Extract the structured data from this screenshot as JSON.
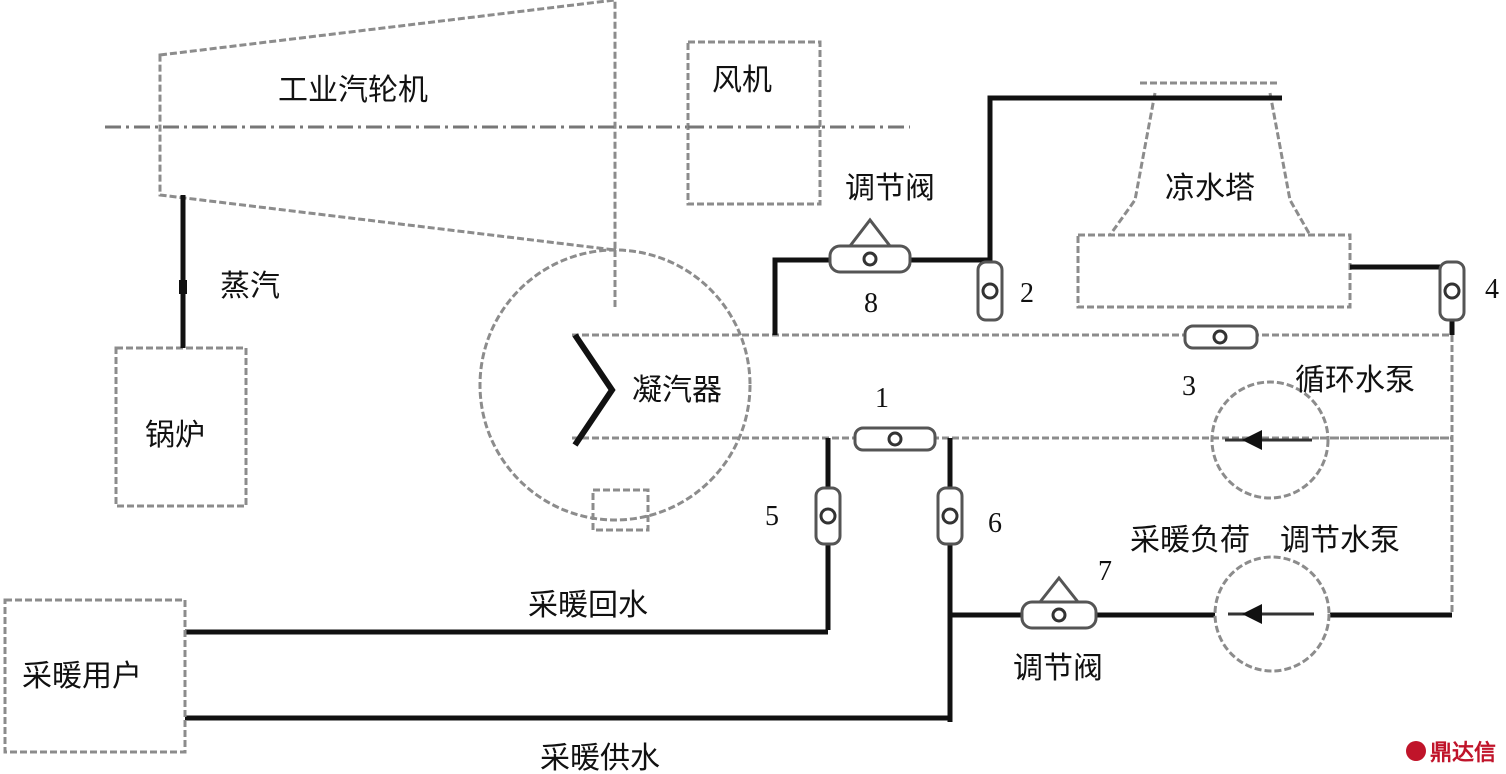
{
  "labels": {
    "turbine": "工业汽轮机",
    "fan": "风机",
    "steam": "蒸汽",
    "boiler": "锅炉",
    "condenser": "凝汽器",
    "cooling_tower": "凉水塔",
    "valve_top": "调节阀",
    "valve_bottom": "调节阀",
    "circ_pump": "循环水泵",
    "heating_load": "采暖负荷",
    "reg_pump": "调节水泵",
    "heating_return": "采暖回水",
    "heating_supply": "采暖供水",
    "heating_user": "采暖用户"
  },
  "numbers": {
    "n1": "1",
    "n2": "2",
    "n3": "3",
    "n4": "4",
    "n5": "5",
    "n6": "6",
    "n7": "7",
    "n8": "8"
  },
  "watermark": {
    "text": "鼎达信",
    "color": "#c0142a"
  }
}
